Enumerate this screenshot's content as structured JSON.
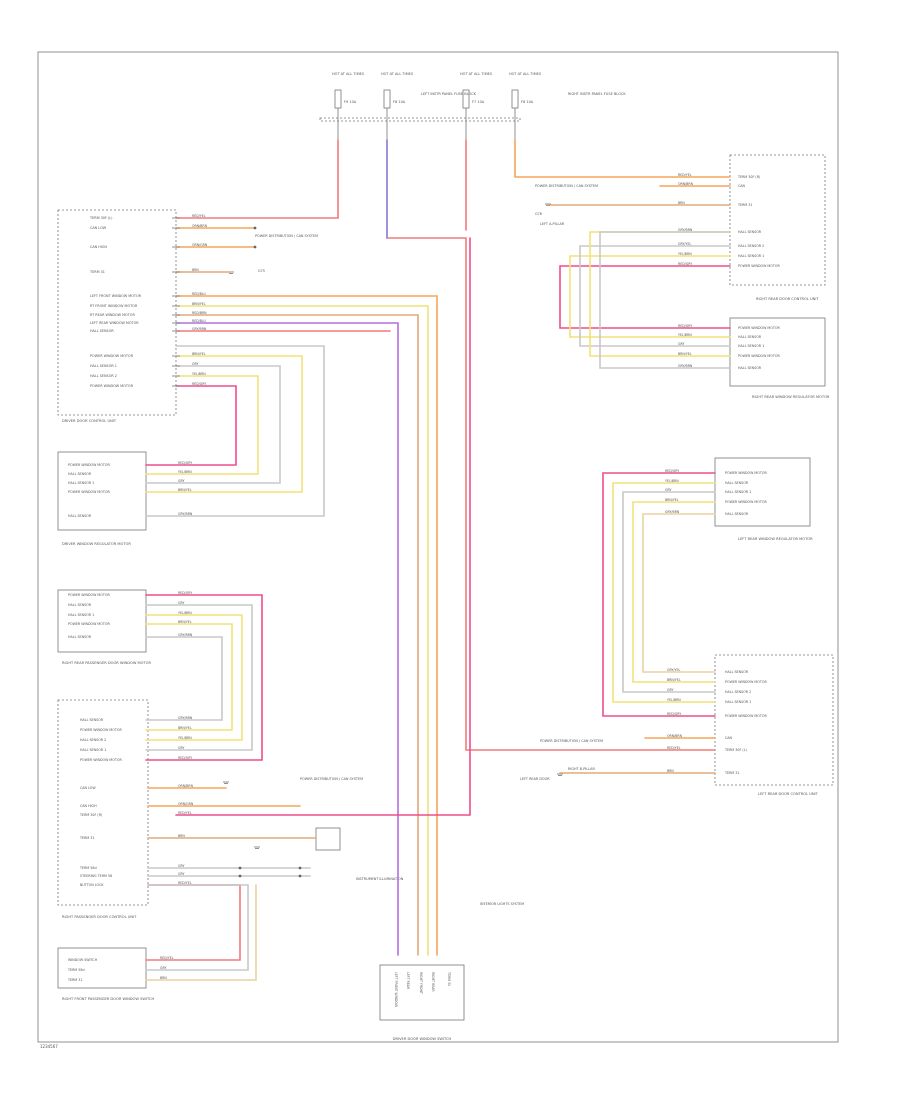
{
  "footer_code": "1234567",
  "colors": {
    "orange": "#f5a55a",
    "pink": "#ee4d8c",
    "red": "#f27a7a",
    "yellow": "#f1e27a",
    "gray": "#c8c8c8",
    "brown": "#e0a87a",
    "blue": "#8a8af0",
    "purple": "#b070e0",
    "tan": "#e8d2a0"
  },
  "fuses": [
    {
      "label": "HOT AT ALL TIMES",
      "fuse": "F9 10A"
    },
    {
      "label": "HOT AT ALL TIMES",
      "fuse": "F8 10A"
    },
    {
      "label": "HOT AT ALL TIMES",
      "fuse": "F7 10A"
    },
    {
      "label": "HOT AT ALL TIMES",
      "fuse": "F6 10A"
    }
  ],
  "fuse_notes": [
    "LEFT INSTR PANEL FUSE BLOCK",
    "RIGHT INSTR PANEL FUSE BLOCK"
  ],
  "driver_unit": {
    "title": "DRIVER DOOR CONTROL UNIT",
    "pins": [
      "TERM 30F (L)",
      "CAN LOW",
      "CAN HIGH",
      "TERM 31",
      "LEFT FRONT WINDOW MOTOR",
      "RT FRONT WINDOW MOTOR",
      "RT REAR WINDOW MOTOR",
      "LEFT REAR WINDOW MOTOR",
      "HALL SENSOR",
      "POWER WINDOW MOTOR",
      "HALL SENSOR 1",
      "HALL SENSOR 2",
      "POWER WINDOW MOTOR"
    ],
    "wires": [
      "RED/YEL",
      "ORN/BRN",
      "ORN/GRN",
      "BRN",
      "RED/BLU",
      "BRN/YEL",
      "RED/BRN",
      "RED/BLU",
      "GRY/BRN",
      "BRN/YEL",
      "GRY",
      "YEL/BRN",
      "RED/GRY"
    ]
  },
  "driver_motor": {
    "title": "DRIVER WINDOW REGULATOR MOTOR",
    "pins": [
      "POWER WINDOW MOTOR",
      "HALL SENSOR",
      "HALL SENSOR 1",
      "POWER WINDOW MOTOR",
      "HALL SENSOR"
    ],
    "wires": [
      "RED/GRY",
      "YEL/BRN",
      "GRY",
      "BRN/YEL",
      "GRY/BRN"
    ]
  },
  "rr_motor": {
    "title": "RIGHT REAR PASSENGER DOOR WINDOW MOTOR",
    "pins": [
      "POWER WINDOW MOTOR",
      "HALL SENSOR",
      "HALL SENSOR 1",
      "POWER WINDOW MOTOR",
      "HALL SENSOR"
    ],
    "wires": [
      "RED/GRY",
      "GRY",
      "YEL/BRN",
      "BRN/YEL",
      "GRY/BRN"
    ]
  },
  "rf_unit": {
    "title": "RIGHT PASSENGER DOOR CONTROL UNIT",
    "pins": [
      "HALL SENSOR",
      "POWER WINDOW MOTOR",
      "HALL SENSOR 2",
      "HALL SENSOR 1",
      "POWER WINDOW MOTOR",
      "CAN LOW",
      "CAN HIGH",
      "TERM 30F (R)",
      "TERM 31",
      "TERM 58d",
      "STEERING TERM 58",
      "BUTTON LOCK"
    ],
    "wires": [
      "GRY/BRN",
      "BRN/YEL",
      "YEL/BRN",
      "GRY",
      "RED/GRY",
      "ORN/BRN",
      "ORN/GRN",
      "RED/YEL",
      "BRN",
      "GRY",
      "GRY",
      "RED/YEL"
    ]
  },
  "rf_switch": {
    "title": "RIGHT FRONT PASSENGER DOOR WINDOW SWITCH",
    "pins": [
      "WINDOW SWITCH",
      "TERM 58d",
      "TERM 31"
    ],
    "wires": [
      "RED/YEL",
      "GRY",
      "BRN"
    ]
  },
  "right_rear_unit": {
    "title": "RIGHT REAR DOOR CONTROL UNIT",
    "pins": [
      "TERM 30F (R)",
      "CAN",
      "TERM 31",
      "HALL SENSOR",
      "HALL SENSOR 2",
      "HALL SENSOR 1",
      "POWER WINDOW MOTOR"
    ],
    "wires": [
      "RED/YEL",
      "ORN/BRN",
      "BRN",
      "GRY/BRN",
      "GRY/YEL",
      "YEL/BRN",
      "RED/GRY"
    ]
  },
  "right_rear_motor": {
    "title": "RIGHT REAR WINDOW REGULATOR MOTOR",
    "pins": [
      "POWER WINDOW MOTOR",
      "HALL SENSOR",
      "HALL SENSOR 1",
      "POWER WINDOW MOTOR",
      "HALL SENSOR"
    ],
    "wires": [
      "RED/GRY",
      "YEL/BRN",
      "GRY",
      "BRN/YEL",
      "GRY/BRN"
    ]
  },
  "left_rear_motor": {
    "title": "LEFT REAR WINDOW REGULATOR MOTOR",
    "pins": [
      "POWER WINDOW MOTOR",
      "HALL SENSOR",
      "HALL SENSOR 1",
      "POWER WINDOW MOTOR",
      "HALL SENSOR"
    ],
    "wires": [
      "RED/GRY",
      "YEL/BRN",
      "GRY",
      "BRN/YEL",
      "GRY/BRN"
    ]
  },
  "left_rear_unit": {
    "title": "LEFT REAR DOOR CONTROL UNIT",
    "pins": [
      "HALL SENSOR",
      "POWER WINDOW MOTOR",
      "HALL SENSOR 2",
      "HALL SENSOR 1",
      "POWER WINDOW MOTOR",
      "CAN",
      "TERM 30F (L)",
      "TERM 31"
    ],
    "wires": [
      "GRY/YEL",
      "BRN/YEL",
      "GRY",
      "YEL/BRN",
      "RED/GRY",
      "ORN/BRN",
      "RED/YEL",
      "BRN"
    ]
  },
  "bottom_connector": {
    "title": "DRIVER DOOR WINDOW SWITCH",
    "pins": [
      "LEFT FRONT WINDOW",
      "LEFT REAR",
      "RIGHT FRONT",
      "RIGHT REAR",
      "TERM 31"
    ]
  },
  "notes": {
    "can_system": "POWER DISTRIBUTION / CAN SYSTEM",
    "ground_g1": "G75",
    "ground_note": "LEFT A-PILLAR",
    "ground_g2": "G76",
    "ground_note_2": "LEFT REAR DOOR",
    "instrument": "INSTRUMENT ILLUMINATION",
    "interior_lights": "INTERIOR LIGHTS SYSTEM",
    "right_ground": "RIGHT B-PILLAR"
  }
}
